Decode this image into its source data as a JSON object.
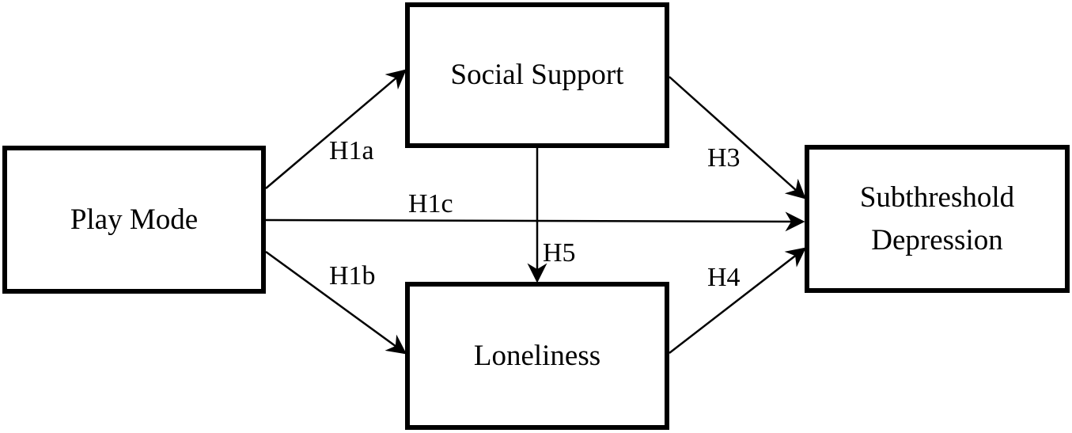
{
  "diagram": {
    "nodes": {
      "play_mode": {
        "lines": [
          "Play Mode"
        ]
      },
      "social_support": {
        "lines": [
          "Social Support"
        ]
      },
      "loneliness": {
        "lines": [
          "Loneliness"
        ]
      },
      "subthreshold_depression": {
        "lines": [
          "Subthreshold",
          "Depression"
        ]
      }
    },
    "paths": {
      "h1a": {
        "label": "H1a",
        "from": "Play Mode",
        "to": "Social Support"
      },
      "h1b": {
        "label": "H1b",
        "from": "Play Mode",
        "to": "Loneliness"
      },
      "h1c": {
        "label": "H1c",
        "from": "Play Mode",
        "to": "Subthreshold Depression"
      },
      "h3": {
        "label": "H3",
        "from": "Social Support",
        "to": "Subthreshold Depression"
      },
      "h4": {
        "label": "H4",
        "from": "Loneliness",
        "to": "Subthreshold Depression"
      },
      "h5": {
        "label": "H5",
        "from": "Social Support",
        "to": "Loneliness"
      }
    },
    "colors": {
      "stroke": "#000000",
      "background": "#ffffff"
    }
  }
}
